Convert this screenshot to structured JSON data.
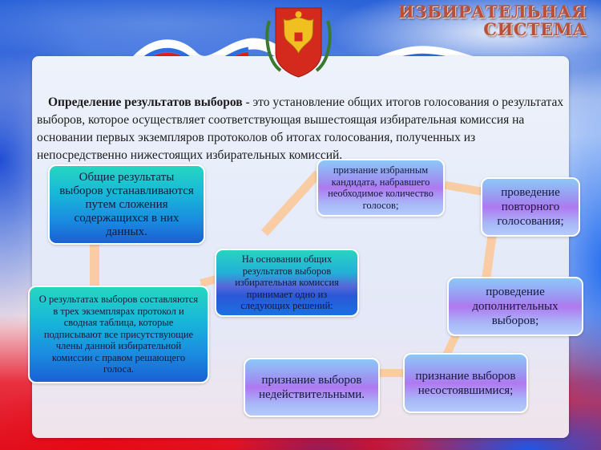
{
  "header": {
    "title_line1": "ИЗБИРАТЕЛЬНАЯ",
    "title_line2": "СИСТЕМА",
    "emblem": "coat-of-arms-russia-icon",
    "ribbon": "tricolor-ribbon"
  },
  "definition": {
    "term": "Определение результатов выборов",
    "text": " - это установление общих итогов голосования о результатах выборов, которое осуществляет соответствующая вышестоящая избирательная комиссия на основании первых экземпляров протоколов об итогах голосования, полученных из непосредственно нижестоящих избирательных комиссий."
  },
  "boxes": {
    "general_results": "Общие результаты выборов устанавливаются путем сложения содержащихся в них данных.",
    "protocol": "О результатах выборов составляются в трех экземплярах протокол и сводная таблица, которые подписывают все присутствующие члены данной избирательной комиссии с правом решающего голоса.",
    "center": "На основании общих результатов выборов избирательная комиссия принимает одно из следующих решений:",
    "elected": "признание избранным кандидата, набравшего необходимое количество голосов;",
    "repeat_vote": "проведение повторного голосования;",
    "additional": "проведение дополнительных выборов;",
    "failed": "признание выборов несостоявшимися;",
    "invalid": "признание выборов недействительными."
  },
  "colors": {
    "title": "#b8503a",
    "connector": "#fbc999",
    "teal_box_top": "#26d6c0",
    "teal_box_bottom": "#1a60d4",
    "violet_box_mid": "#b078f0"
  }
}
